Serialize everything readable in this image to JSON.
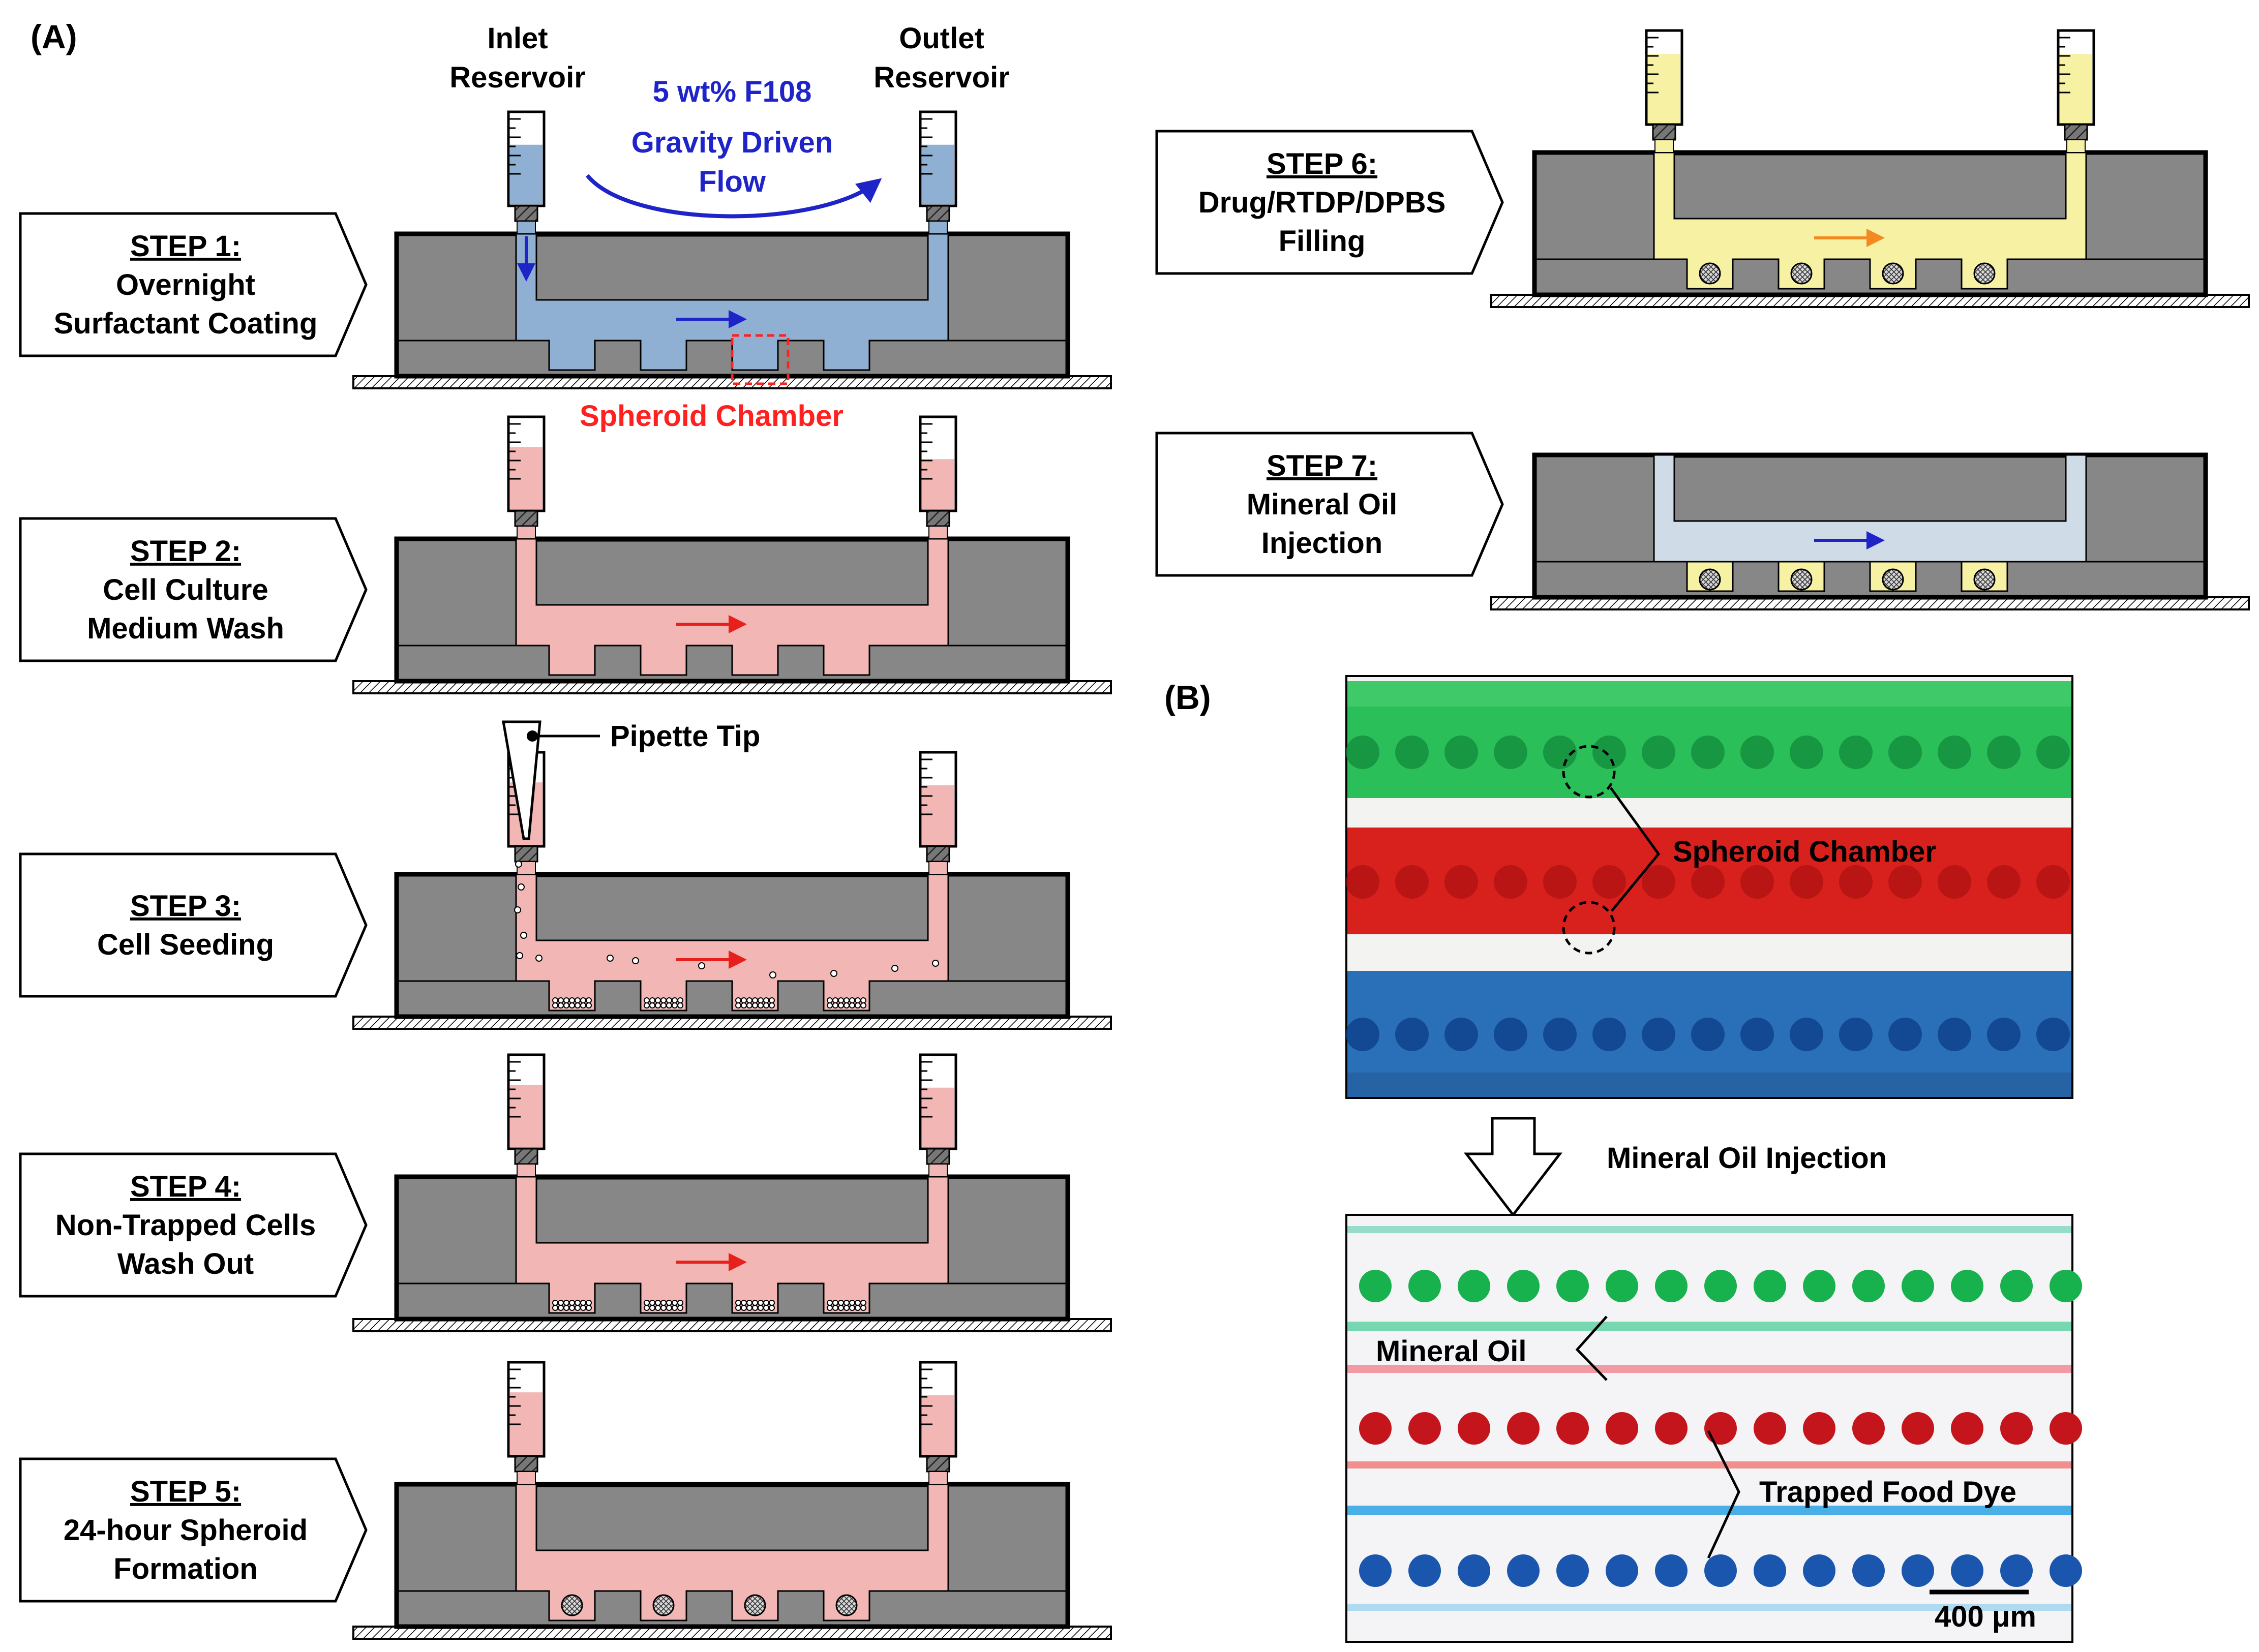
{
  "panel_a": {
    "letter": "(A)",
    "inlet_label": [
      "Inlet",
      "Reservoir"
    ],
    "outlet_label": [
      "Outlet",
      "Reservoir"
    ],
    "flow_label": [
      "5 wt% F108",
      "Gravity Driven",
      "Flow"
    ],
    "spheroid_chamber_label": "Spheroid Chamber",
    "pipette_label": "Pipette Tip",
    "steps": [
      {
        "title": "STEP 1:",
        "lines": [
          "Overnight",
          "Surfactant Coating"
        ]
      },
      {
        "title": "STEP 2:",
        "lines": [
          "Cell Culture",
          "Medium Wash"
        ]
      },
      {
        "title": "STEP 3:",
        "lines": [
          "Cell Seeding"
        ]
      },
      {
        "title": "STEP 4:",
        "lines": [
          "Non-Trapped Cells",
          "Wash Out"
        ]
      },
      {
        "title": "STEP 5:",
        "lines": [
          "24-hour Spheroid",
          "Formation"
        ]
      },
      {
        "title": "STEP 6:",
        "lines": [
          "Drug/RTDP/DPBS",
          "Filling"
        ]
      },
      {
        "title": "STEP 7:",
        "lines": [
          "Mineral Oil",
          "Injection"
        ]
      }
    ]
  },
  "panel_b": {
    "letter": "(B)",
    "spheroid_chamber_label": "Spheroid Chamber",
    "mineral_oil_injection_label": "Mineral Oil Injection",
    "mineral_oil_label": "Mineral Oil",
    "trapped_dye_label": "Trapped Food Dye",
    "scale_bar_label": "400 μm"
  },
  "colors": {
    "device_gray": "#878787",
    "surfactant_blue": "#8fb0d2",
    "medium_pink": "#f2b7b4",
    "drug_yellow": "#f6f1a3",
    "oil_lightblue": "#d0dbe8",
    "arrow_blue": "#1f24c8",
    "arrow_red": "#e8201c",
    "arrow_orange": "#f28a21",
    "dye_green": "#19b24f",
    "dye_red": "#d41d1d",
    "dye_blue": "#1f67b8"
  }
}
